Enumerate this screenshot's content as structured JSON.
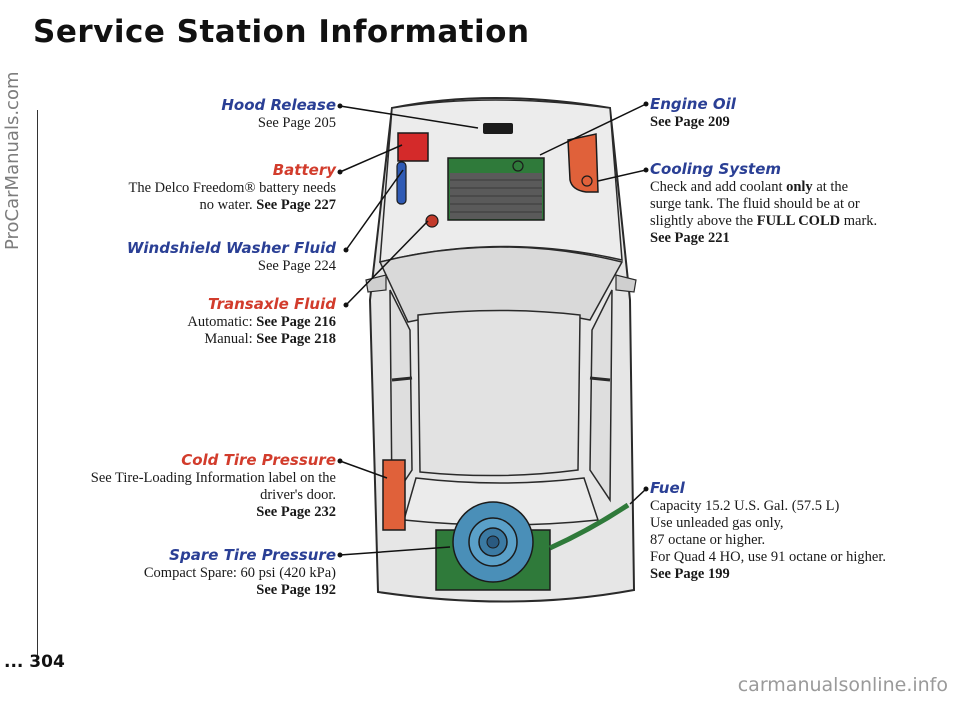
{
  "title": "Service Station Information",
  "page_number": "... 304",
  "side_text": "ProCarManuals.com",
  "watermark": "carmanualsonline.info",
  "left_items": [
    {
      "heading": "Hood Release",
      "lines": [
        [
          {
            "t": "See Page 205",
            "b": false
          }
        ]
      ]
    },
    {
      "heading": "Battery",
      "lines": [
        [
          {
            "t": "The Delco Freedom® battery needs",
            "b": false
          }
        ],
        [
          {
            "t": "no water. ",
            "b": false
          },
          {
            "t": "See Page 227",
            "b": true
          }
        ]
      ]
    },
    {
      "heading": "Windshield Washer Fluid",
      "lines": [
        [
          {
            "t": "See Page 224",
            "b": false
          }
        ]
      ]
    },
    {
      "heading": "Transaxle Fluid",
      "lines": [
        [
          {
            "t": "Automatic: ",
            "b": false
          },
          {
            "t": "See Page 216",
            "b": true
          }
        ],
        [
          {
            "t": "Manual: ",
            "b": false
          },
          {
            "t": "See Page 218",
            "b": true
          }
        ]
      ]
    },
    {
      "heading": "Cold Tire Pressure",
      "lines": [
        [
          {
            "t": "See Tire-Loading Information label on the",
            "b": false
          }
        ],
        [
          {
            "t": "driver's door.",
            "b": false
          }
        ],
        [
          {
            "t": "See Page 232",
            "b": true
          }
        ]
      ]
    },
    {
      "heading": "Spare Tire Pressure",
      "lines": [
        [
          {
            "t": "Compact Spare: 60 psi (420 kPa)",
            "b": false
          }
        ],
        [
          {
            "t": "See Page 192",
            "b": true
          }
        ]
      ]
    }
  ],
  "right_items": [
    {
      "heading": "Engine Oil",
      "lines": [
        [
          {
            "t": "See Page 209",
            "b": true
          }
        ]
      ]
    },
    {
      "heading": "Cooling System",
      "lines": [
        [
          {
            "t": "Check and add coolant ",
            "b": false
          },
          {
            "t": "only",
            "b": true
          },
          {
            "t": " at the",
            "b": false
          }
        ],
        [
          {
            "t": "surge tank. The fluid should be at or",
            "b": false
          }
        ],
        [
          {
            "t": "slightly above the ",
            "b": false
          },
          {
            "t": "FULL COLD",
            "b": true
          },
          {
            "t": " mark.",
            "b": false
          }
        ],
        [
          {
            "t": "See Page 221",
            "b": true
          }
        ]
      ]
    },
    {
      "heading": "Fuel",
      "lines": [
        [
          {
            "t": "Capacity 15.2 U.S. Gal. (57.5 L)",
            "b": false
          }
        ],
        [
          {
            "t": "Use unleaded gas only,",
            "b": false
          }
        ],
        [
          {
            "t": "87 octane or higher.",
            "b": false
          }
        ],
        [
          {
            "t": "For Quad 4 HO, use 91 octane or higher.",
            "b": false
          }
        ],
        [
          {
            "t": "See Page 199",
            "b": true
          }
        ]
      ]
    }
  ],
  "colors": {
    "heading_blue": "#2a3f95",
    "heading_red": "#d23c2c",
    "engine_green": "#2f7a3a",
    "battery_red": "#d42a2a",
    "coolant_orange": "#e0613a",
    "washer_blue": "#2f5ab4",
    "car_gray": "#e6e6e6"
  }
}
